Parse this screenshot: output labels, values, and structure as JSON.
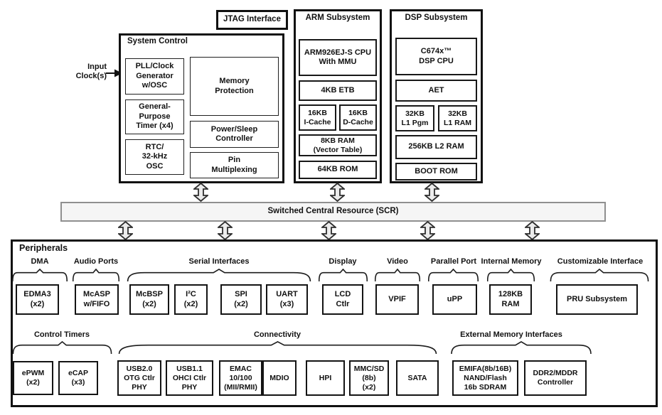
{
  "colors": {
    "line": "#1a1a1a",
    "arrow_fill": "#ececec",
    "scr_fill": "#f5f5f5",
    "scr_border": "#8f8f8f"
  },
  "top": {
    "input_clock": "Input\nClock(s)",
    "jtag": "JTAG Interface",
    "system_control": {
      "title": "System Control",
      "pll": "PLL/Clock\nGenerator\nw/OSC",
      "gp_timer": "General-\nPurpose\nTimer (x4)",
      "rtc": "RTC/\n32-kHz\nOSC",
      "memory_protection": "Memory\nProtection",
      "power_sleep": "Power/Sleep\nController",
      "pin_mux": "Pin\nMultiplexing"
    },
    "arm_subsystem": {
      "title": "ARM Subsystem",
      "cpu": "ARM926EJ-S CPU\nWith MMU",
      "etb": "4KB ETB",
      "icache": "16KB\nI-Cache",
      "dcache": "16KB\nD-Cache",
      "vector_ram": "8KB RAM\n(Vector Table)",
      "rom": "64KB ROM"
    },
    "dsp_subsystem": {
      "title": "DSP Subsystem",
      "cpu": "C674x™\nDSP CPU",
      "aet": "AET",
      "l1_pgm": "32KB\nL1 Pgm",
      "l1_ram": "32KB\nL1 RAM",
      "l2_ram": "256KB L2 RAM",
      "boot_rom": "BOOT ROM"
    }
  },
  "scr_label": "Switched Central Resource (SCR)",
  "peripherals": {
    "title": "Peripherals",
    "row1": {
      "group_labels": [
        "DMA",
        "Audio Ports",
        "Serial Interfaces",
        "Display",
        "Video",
        "Parallel Port",
        "Internal Memory",
        "Customizable Interface"
      ],
      "boxes": [
        "EDMA3\n(x2)",
        "McASP\nw/FIFO",
        "McBSP\n(x2)",
        "I²C\n(x2)",
        "SPI\n(x2)",
        "UART\n(x3)",
        "LCD\nCtlr",
        "VPIF",
        "uPP",
        "128KB\nRAM",
        "PRU Subsystem"
      ]
    },
    "row2": {
      "group_labels": [
        "Control Timers",
        "Connectivity",
        "External Memory Interfaces"
      ],
      "boxes": [
        "ePWM\n(x2)",
        "eCAP\n(x3)",
        "USB2.0\nOTG Ctlr\nPHY",
        "USB1.1\nOHCI Ctlr\nPHY",
        "EMAC\n10/100\n(MII/RMII)",
        "MDIO",
        "HPI",
        "MMC/SD\n(8b)\n(x2)",
        "SATA",
        "EMIFA(8b/16B)\nNAND/Flash\n16b SDRAM",
        "DDR2/MDDR\nController"
      ]
    }
  }
}
